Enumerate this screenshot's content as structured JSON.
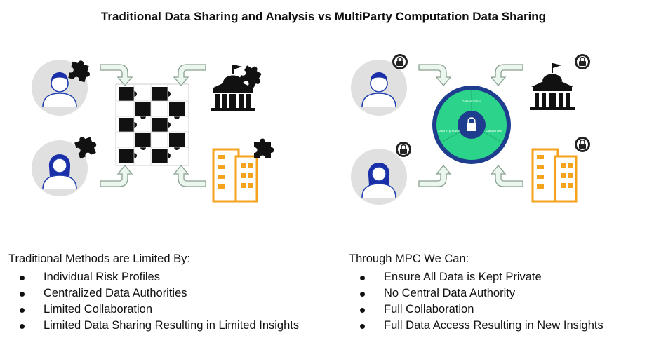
{
  "title": "Traditional Data Sharing and Analysis vs MultiParty Computation Data Sharing",
  "colors": {
    "person_circle": "#e0e0e0",
    "person_outline": "#1f3fb0",
    "person_hair": "#1b2fa8",
    "building_orange": "#f5a21c",
    "arrow_fill": "#eaf6ee",
    "arrow_stroke": "#8aa090",
    "mpc_ring": "#2bd48a",
    "mpc_core": "#1f3d8f",
    "puzzle": "#111111"
  },
  "icons": [
    "person-icon",
    "puzzle-piece-icon",
    "government-building-icon",
    "office-building-icon",
    "lock-icon",
    "padlock-badge-icon",
    "curved-arrow-icon"
  ],
  "mpc_wheel": {
    "top_label": "Data in transit",
    "left_label": "Data in process",
    "right_label": "Data at rest"
  },
  "left_list": {
    "heading": "Traditional Methods are Limited By:",
    "items": [
      "Individual Risk Profiles",
      "Centralized Data Authorities",
      "Limited Collaboration",
      "Limited Data Sharing Resulting in Limited Insights"
    ]
  },
  "right_list": {
    "heading": "Through MPC We Can:",
    "items": [
      "Ensure All Data is Kept Private",
      "No Central Data Authority",
      "Full Collaboration",
      "Full Data Access Resulting in New Insights"
    ]
  }
}
